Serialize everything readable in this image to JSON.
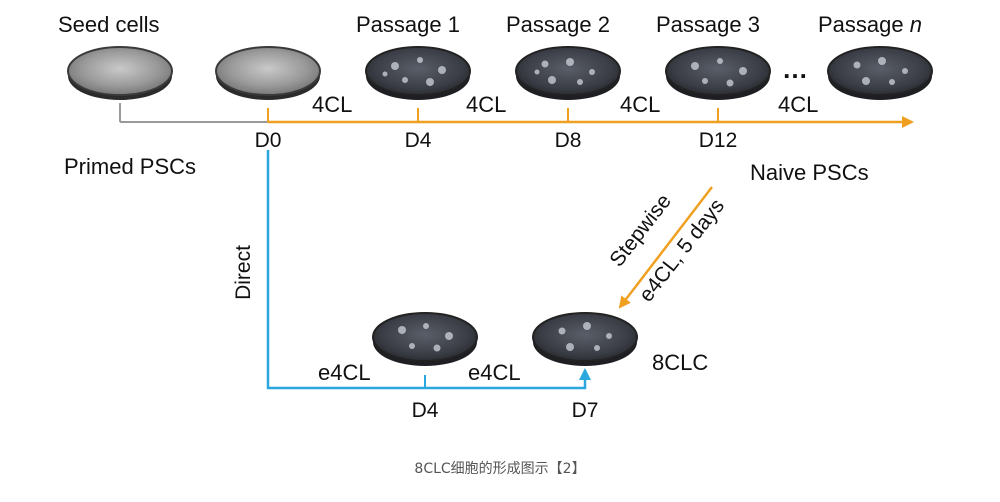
{
  "labels": {
    "seed_cells": "Seed cells",
    "passage_1": "Passage 1",
    "passage_2": "Passage 2",
    "passage_3": "Passage 3",
    "passage_n_prefix": "Passage ",
    "passage_n_var": "n",
    "ellipsis": "…",
    "primed": "Primed PSCs",
    "naive": "Naive PSCs",
    "direct": "Direct",
    "stepwise": "Stepwise",
    "stepwise_medium": "e4CL, 5 days",
    "eightclc": "8CLC"
  },
  "top_track": {
    "medium_labels": [
      "4CL",
      "4CL",
      "4CL",
      "4CL"
    ],
    "days": [
      "D0",
      "D4",
      "D8",
      "D12"
    ]
  },
  "bottom_track": {
    "medium_labels": [
      "e4CL",
      "e4CL"
    ],
    "days": [
      "D4",
      "D7"
    ]
  },
  "colors": {
    "orange": "#f0a020",
    "blue": "#2aa7dd",
    "gray": "#9a9a9a",
    "dish_dark": "#3a3d45",
    "dish_light": "#8a8a8a"
  },
  "caption": "8CLC细胞的形成图示【2】"
}
